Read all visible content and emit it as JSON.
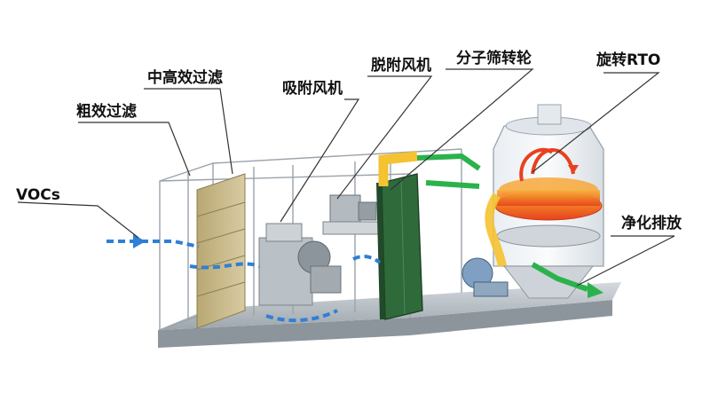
{
  "labels": {
    "vocs": "VOCs",
    "coarse_filter": "粗效过滤",
    "medium_high_filter": "中高效过滤",
    "adsorption_fan": "吸附风机",
    "desorption_fan": "脱附风机",
    "zeolite_wheel": "分子筛转轮",
    "rotary_rto": "旋转RTO",
    "clean_discharge": "净化排放"
  },
  "colors": {
    "airflow_blue": "#2f7fd6",
    "clean_green": "#2bb24c",
    "hot_yellow": "#f5c231",
    "rto_red": "#e8411f",
    "rto_orange": "#f79a2a",
    "frame_grey": "#9aa3ab",
    "base_grey": "#b7bec4",
    "wheel_green": "#2f6a3b",
    "filter_khaki": "#c9b98b"
  }
}
